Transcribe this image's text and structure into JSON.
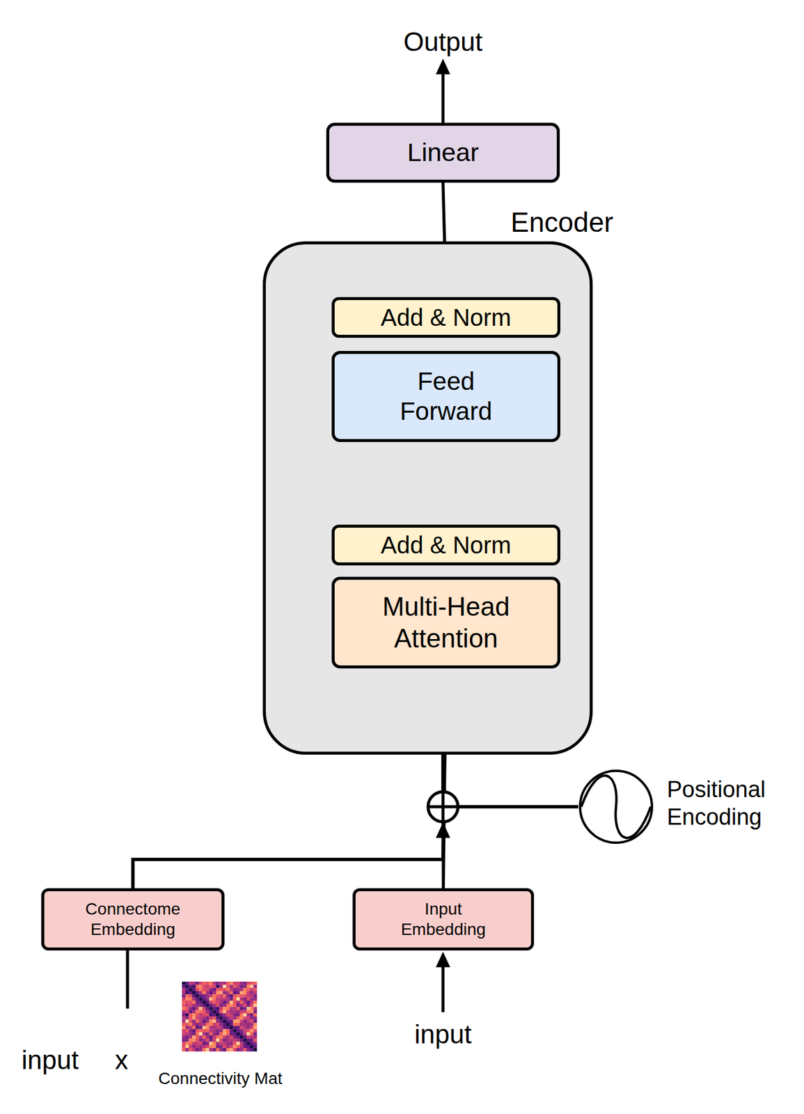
{
  "diagram": {
    "nodes": [
      {
        "text": [
          "Linear"
        ]
      },
      {
        "text": [
          "Encoder"
        ]
      },
      {
        "text": [
          "Add & Norm"
        ],
        "in": 1
      },
      {
        "text": [
          "Feed Forward"
        ],
        "in": 1
      },
      {
        "text": [
          "Add & Norm"
        ],
        "in": 1
      },
      {
        "text": [
          "Multi-Head Attention"
        ],
        "in": 1
      },
      {
        "text": [
          "Positional Encoding"
        ]
      },
      {
        "text": [
          "Connectome Embedding"
        ]
      },
      {
        "text": [
          "Input Embedding"
        ]
      }
    ],
    "edges": [
      {
        "from": 2,
        "to": 0,
        "arrow": "none"
      },
      {
        "from": 3,
        "to": 2,
        "arrow": "none"
      },
      {
        "from": 4,
        "to": 3,
        "arrow": "to"
      },
      {
        "from": 4,
        "to": 2,
        "arrow": "to"
      },
      {
        "from": 5,
        "to": 4,
        "arrow": "none"
      },
      {
        "from": 8,
        "to": 5,
        "arrow": "to"
      },
      {
        "from": 7,
        "to": 5,
        "arrow": "to"
      },
      {
        "from": 6,
        "to": 5,
        "arrow": "to"
      },
      {
        "from": 8,
        "to": 4,
        "arrow": "to"
      },
      {
        "from": 7,
        "to": 4,
        "arrow": "to"
      },
      {
        "from": 6,
        "to": 4,
        "arrow": "to"
      }
    ],
    "labels": [
      "Output",
      "input",
      "x",
      "Connectivity Mat",
      "input"
    ]
  }
}
